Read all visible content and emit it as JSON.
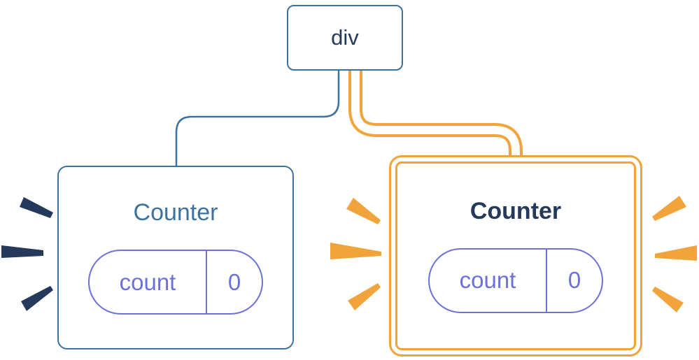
{
  "diagram": {
    "root": {
      "label": "div"
    },
    "counters": {
      "left": {
        "title": "Counter",
        "state_key": "count",
        "state_value": "0"
      },
      "right": {
        "title": "Counter",
        "state_key": "count",
        "state_value": "0"
      }
    }
  },
  "colors": {
    "blue": "#3C72A1",
    "navy": "#24395B",
    "indigo": "#6B71D8",
    "amber": "#F2A43C"
  }
}
